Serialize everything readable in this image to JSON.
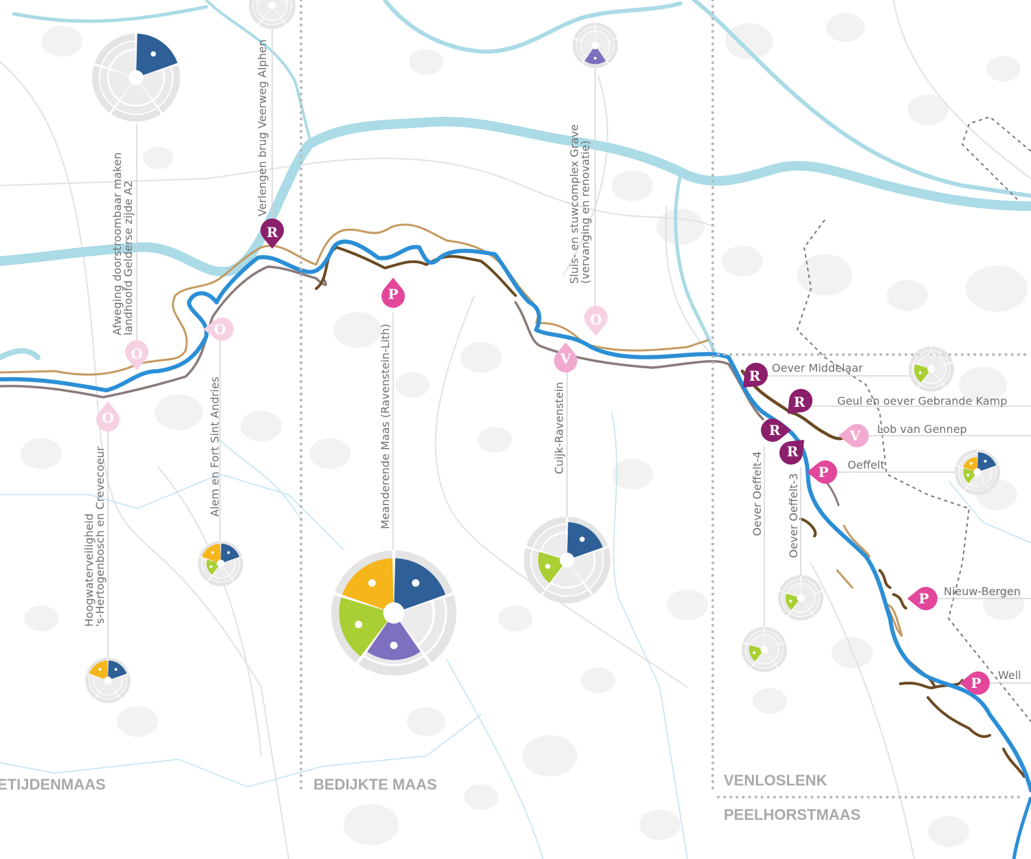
{
  "colors": {
    "water_main": "#2b8fd6",
    "water_light": "#aadbe6",
    "bank_brown": "#6b4a22",
    "bank_tan": "#c49a5f",
    "bank_grey": "#8a7a78",
    "seg_blue": "#2e5f96",
    "seg_purple": "#7e6fbf",
    "seg_green": "#a9cf34",
    "seg_orange": "#f6b51b",
    "seg_empty": "#e6e7e9",
    "marker_R": "#8b1f6c",
    "marker_P": "#e2479b",
    "marker_V": "#f1a9cf",
    "marker_O": "#f6d0e3"
  },
  "segment_icons": [
    "water-safety-icon",
    "empty",
    "shipping-icon",
    "nature-icon",
    "recreation-icon"
  ],
  "regions": [
    "ETIJDENMAAS",
    "BEDIJKTE MAAS",
    "VENLOSLENK",
    "PEELHORSTMAAS"
  ],
  "projects": {
    "afweging": [
      "Afweging doorstroombaar maken",
      "landhoofd Gelderse zijde A2"
    ],
    "verlengen": "Verlengen brug Veerweg Alphen",
    "sluis": [
      "Sluis- en stuwcomplex Grave",
      "(vervanging en renovatie)"
    ],
    "meanderende": "Meanderende Maas (Ravenstein-Lith)",
    "cuijk": "Cuijk-Ravenstein",
    "alem": "Alem en Fort Sint Andries",
    "hoogwater": [
      "Hoogwaterveiligheid",
      "'s-Hertogenbosch en Crevecoeur"
    ],
    "oeffelt4": "Oever Oeffelt-4",
    "oeffelt3": "Oever Oeffelt-3",
    "middelaar": "Oever Middelaar",
    "gebrande": "Geul en oever Gebrande Kamp",
    "gennep": "Lob van Gennep",
    "oeffelt": "Oeffelt",
    "nieuwbergen": "Nieuw-Bergen",
    "well": "Well"
  },
  "marker_letters": {
    "R": "R",
    "P": "P",
    "V": "V",
    "O": "O"
  },
  "wheels": [
    {
      "name": "afweging",
      "levels": [
        1,
        0,
        0,
        0,
        0
      ]
    },
    {
      "name": "top-cut",
      "levels": [
        0,
        0,
        0,
        0,
        0
      ]
    },
    {
      "name": "sluis",
      "levels": [
        0,
        0,
        0.8,
        0,
        0
      ]
    },
    {
      "name": "alem",
      "levels": [
        0.85,
        0,
        0,
        0.55,
        0.85
      ]
    },
    {
      "name": "hoogwater",
      "levels": [
        0.85,
        0,
        0,
        0,
        0.85
      ]
    },
    {
      "name": "meanderende",
      "levels": [
        0.85,
        0,
        0.7,
        0.85,
        0.85
      ]
    },
    {
      "name": "cuijk",
      "levels": [
        0.85,
        0,
        0,
        0.6,
        0
      ]
    },
    {
      "name": "middelaar",
      "levels": [
        0,
        0,
        0,
        0.7,
        0
      ]
    },
    {
      "name": "oeffelt",
      "levels": [
        0.85,
        0,
        0,
        0.55,
        0.6
      ]
    },
    {
      "name": "oeffelt3",
      "levels": [
        0,
        0,
        0,
        0.6,
        0
      ]
    },
    {
      "name": "oeffelt4",
      "levels": [
        0,
        0,
        0,
        0.6,
        0
      ]
    }
  ]
}
